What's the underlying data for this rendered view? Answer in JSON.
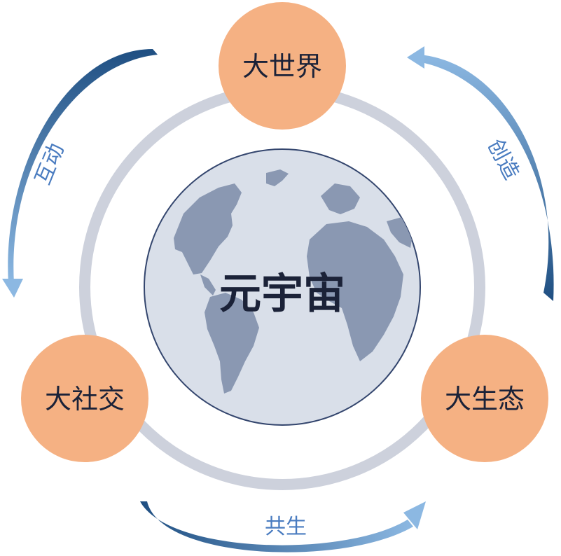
{
  "center": {
    "label": "元宇宙"
  },
  "nodes": {
    "top": {
      "label": "大世界"
    },
    "left": {
      "label": "大社交"
    },
    "right": {
      "label": "大生态"
    }
  },
  "arrows": {
    "left": {
      "label": "互动"
    },
    "right": {
      "label": "创造"
    },
    "bottom": {
      "label": "共生"
    }
  },
  "colors": {
    "node_fill": "#f5b183",
    "ring": "#cdd1dc",
    "globe_fill": "#d9dfe9",
    "globe_stroke": "#34466e",
    "land": "#8a98b2",
    "arrow_dark": "#1f4f82",
    "arrow_light": "#8cb8e2",
    "text_dark": "#1b2238",
    "text_blue": "#4a7cc0"
  }
}
